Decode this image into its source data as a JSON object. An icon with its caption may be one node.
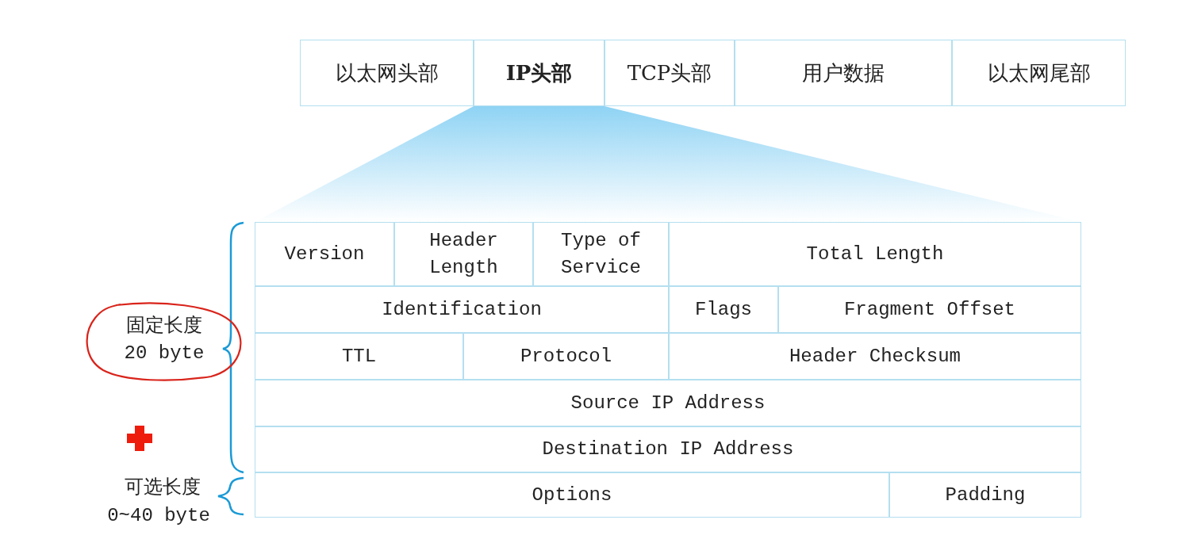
{
  "diagram": {
    "nodes": [
      {
        "text": [
          "以太网头部"
        ]
      },
      {
        "text": [
          "IP头部"
        ]
      },
      {
        "text": [
          "TCP头部"
        ]
      },
      {
        "text": [
          "用户数据"
        ]
      },
      {
        "text": [
          "以太网尾部"
        ]
      },
      {
        "text": [
          "Version"
        ]
      },
      {
        "text": [
          "Header Length"
        ]
      },
      {
        "text": [
          "Type of Service"
        ]
      },
      {
        "text": [
          "Total Length"
        ]
      },
      {
        "text": [
          "Identification"
        ]
      },
      {
        "text": [
          "Flags"
        ]
      },
      {
        "text": [
          "Fragment Offset"
        ]
      },
      {
        "text": [
          "TTL"
        ]
      },
      {
        "text": [
          "Protocol"
        ]
      },
      {
        "text": [
          "Header Checksum"
        ]
      },
      {
        "text": [
          "Source IP Address"
        ]
      },
      {
        "text": [
          "Destination IP Address"
        ]
      },
      {
        "text": [
          "Options"
        ]
      },
      {
        "text": [
          "Padding"
        ]
      },
      {
        "text": [
          "固定长度",
          "20 byte"
        ]
      }
    ],
    "edges": [],
    "labels": [
      "可选长度",
      "0~40 byte"
    ]
  }
}
